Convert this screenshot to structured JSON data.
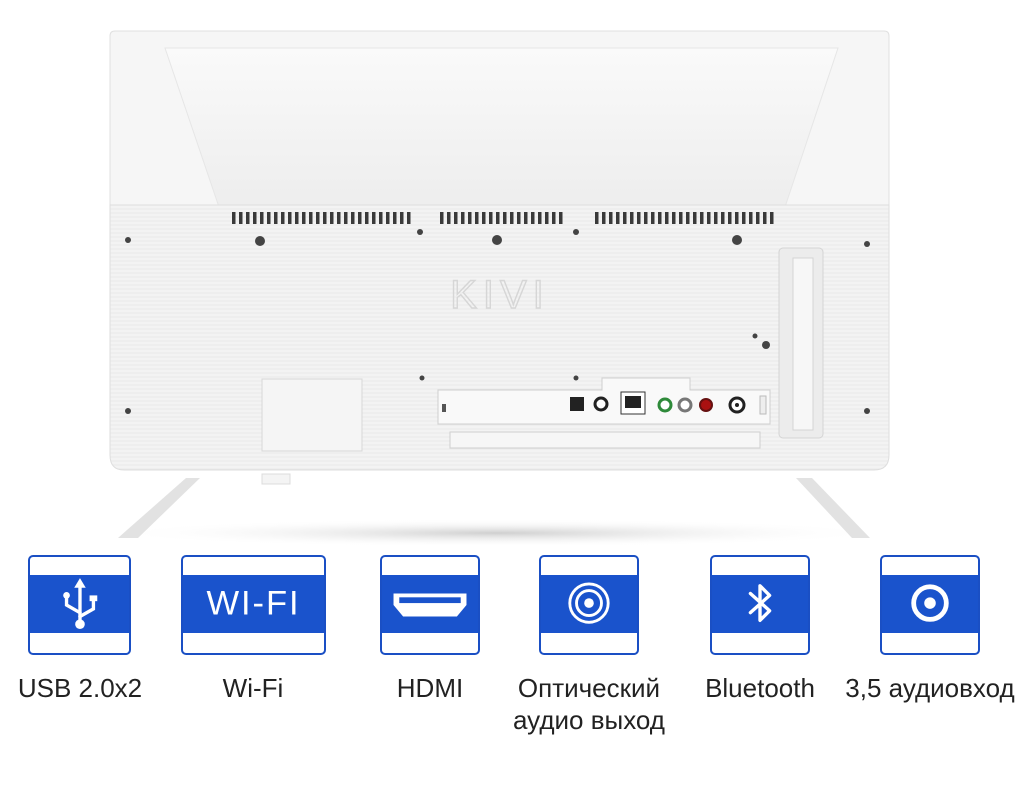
{
  "tv": {
    "brand_logo": "KIVI",
    "body_color": "#f4f4f4"
  },
  "colors": {
    "badge_blue": "#1a53cc",
    "badge_border": "#1a4fc4",
    "label_text": "#222222"
  },
  "features": [
    {
      "icon": "usb-icon",
      "label": "USB 2.0x2"
    },
    {
      "icon": "wifi-icon",
      "text": "WI-FI",
      "label": "Wi-Fi"
    },
    {
      "icon": "hdmi-icon",
      "label": "HDMI"
    },
    {
      "icon": "optical-audio-icon",
      "label": "Оптический аудио выход"
    },
    {
      "icon": "bluetooth-icon",
      "label": "Bluetooth"
    },
    {
      "icon": "audio-jack-icon",
      "label": "3,5 аудиовход"
    }
  ]
}
